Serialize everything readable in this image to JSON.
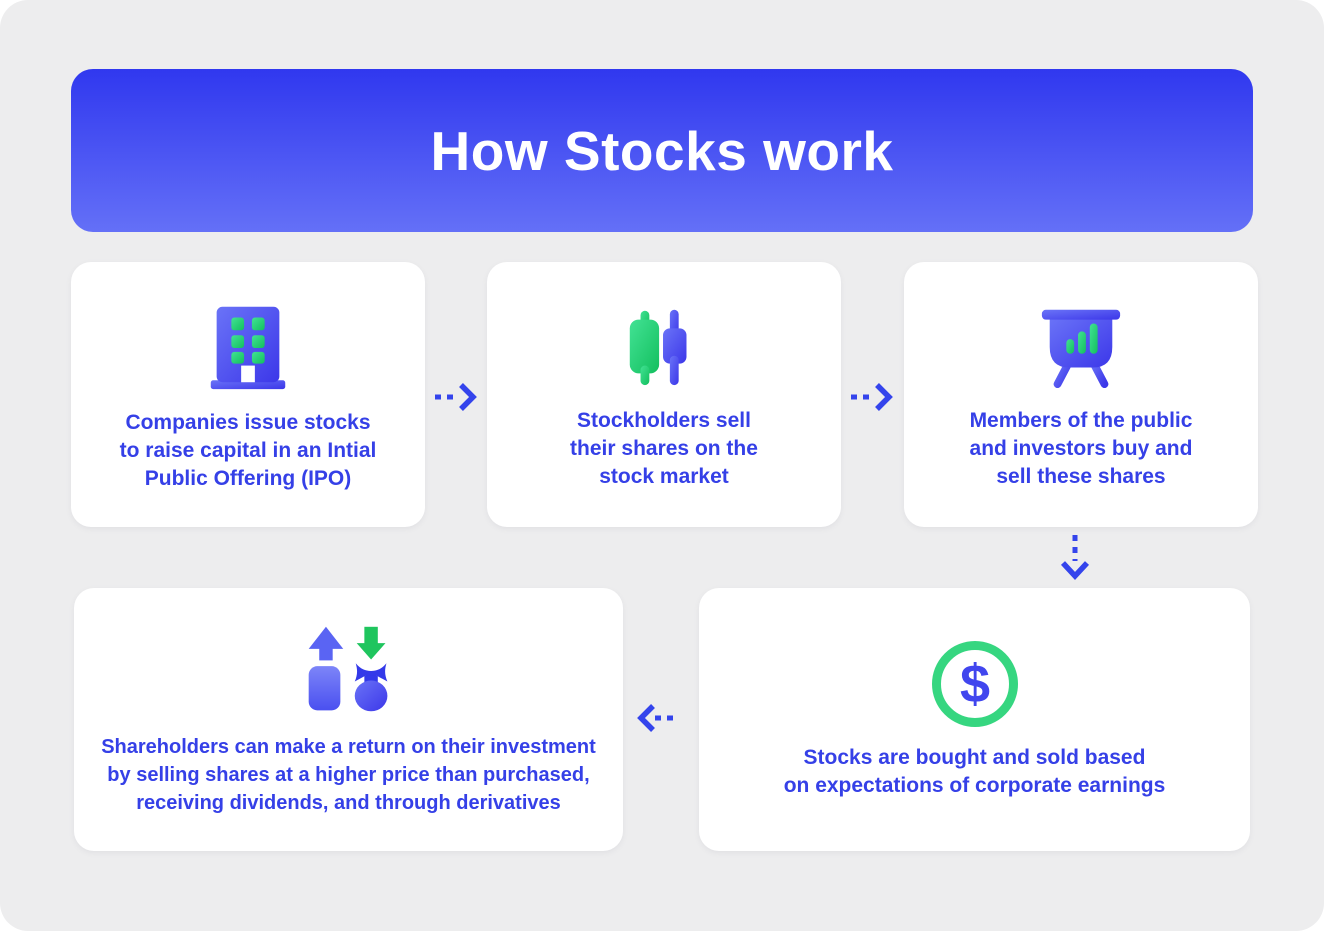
{
  "header": {
    "title": "How Stocks work"
  },
  "cards": [
    {
      "name": "companies-issue-stocks",
      "icon": "building-icon",
      "lines": [
        "Companies issue stocks",
        "to raise capital in an Intial",
        "Public Offering (IPO)"
      ]
    },
    {
      "name": "stockholders-sell",
      "icon": "candlestick-chart-icon",
      "lines": [
        "Stockholders sell",
        "their shares on the",
        "stock market"
      ]
    },
    {
      "name": "public-buy-sell",
      "icon": "presentation-chart-icon",
      "lines": [
        "Members of the public",
        "and investors buy and",
        "sell these shares"
      ]
    },
    {
      "name": "bought-sold-expectations",
      "icon": "dollar-coin-icon",
      "lines": [
        "Stocks are bought and sold based",
        "on expectations of corporate earnings"
      ]
    },
    {
      "name": "shareholders-return",
      "icon": "investment-return-icon",
      "lines": [
        "Shareholders can make a return on their investment",
        "by selling shares at a higher price than purchased,",
        "receiving dividends, and through derivatives"
      ]
    }
  ],
  "arrows": {
    "color": "#3444ec",
    "sequence": [
      "right",
      "right",
      "down",
      "left"
    ]
  },
  "colors": {
    "canvas_bg": "#ededee",
    "card_bg": "#ffffff",
    "header_gradient_top": "#3038ef",
    "header_gradient_bottom": "#6470f7",
    "text_blue": "#3540e7",
    "title_color": "#ffffff",
    "icon_blue_light": "#6a73f7",
    "icon_blue_dark": "#3c37e9",
    "icon_green_light": "#42e294",
    "icon_green_dark": "#13bf5e",
    "ring_green": "#36d680"
  }
}
